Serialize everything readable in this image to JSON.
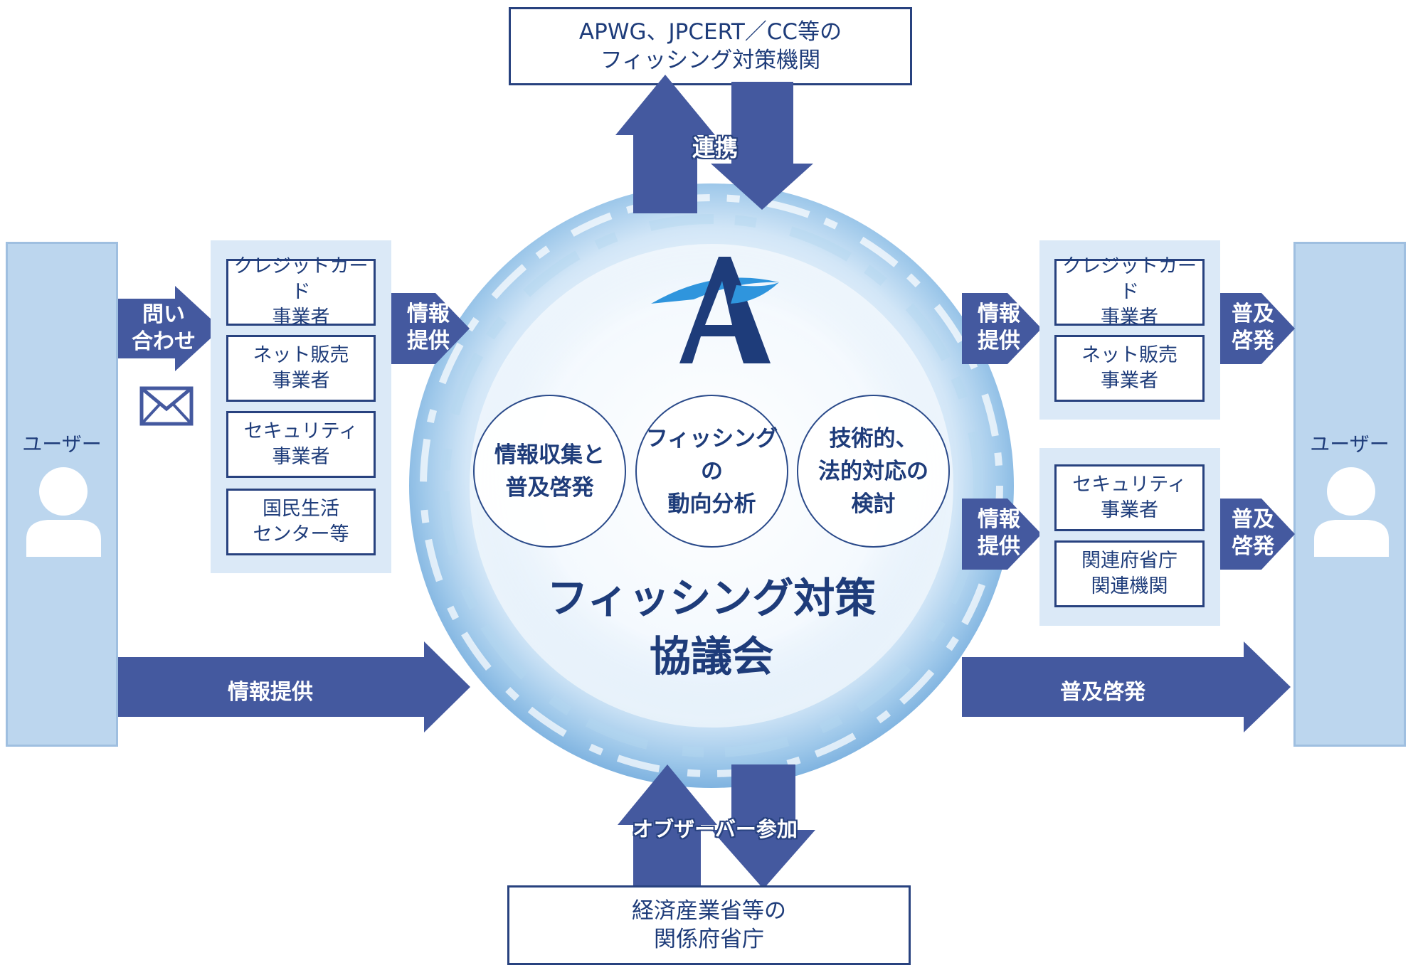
{
  "colors": {
    "arrow": "#44599f",
    "arrow_dark": "#28427f",
    "panel": "#bcd6ee",
    "group": "#dbe9f7",
    "text": "#1e3c7a",
    "logo_blue": "#2f95dd"
  },
  "left_user": {
    "label": "ユーザー",
    "icon": "person-icon"
  },
  "right_user": {
    "label": "ユーザー",
    "icon": "person-icon"
  },
  "mail_icon": "envelope-icon",
  "top_org": {
    "line1": "APWG、JPCERT／CC等の",
    "line2": "フィッシング対策機関"
  },
  "bottom_org": {
    "line1": "経済産業省等の",
    "line2": "関係府省庁"
  },
  "arrows": {
    "inquiry": "問い\n合わせ",
    "left_info_provide": "情報\n提供",
    "collaboration": "連携",
    "observer": "オブザーバー参加",
    "bottom_left": "情報提供",
    "bottom_right": "普及啓発",
    "right_info_provide_top": "情報\n提供",
    "right_info_provide_bottom": "情報\n提供",
    "right_promote_top": "普及\n啓発",
    "right_promote_bottom": "普及\n啓発"
  },
  "left_group": [
    "クレジットカード\n事業者",
    "ネット販売\n事業者",
    "セキュリティ\n事業者",
    "国民生活\nセンター等"
  ],
  "right_group_top": [
    "クレジットカード\n事業者",
    "ネット販売\n事業者"
  ],
  "right_group_bottom": [
    "セキュリティ\n事業者",
    "関連府省庁\n関連機関"
  ],
  "center": {
    "logo": "A",
    "activities": [
      "情報収集と\n普及啓発",
      "フィッシングの\n動向分析",
      "技術的、\n法的対応の\n検討"
    ],
    "title": "フィッシング対策\n協議会"
  }
}
